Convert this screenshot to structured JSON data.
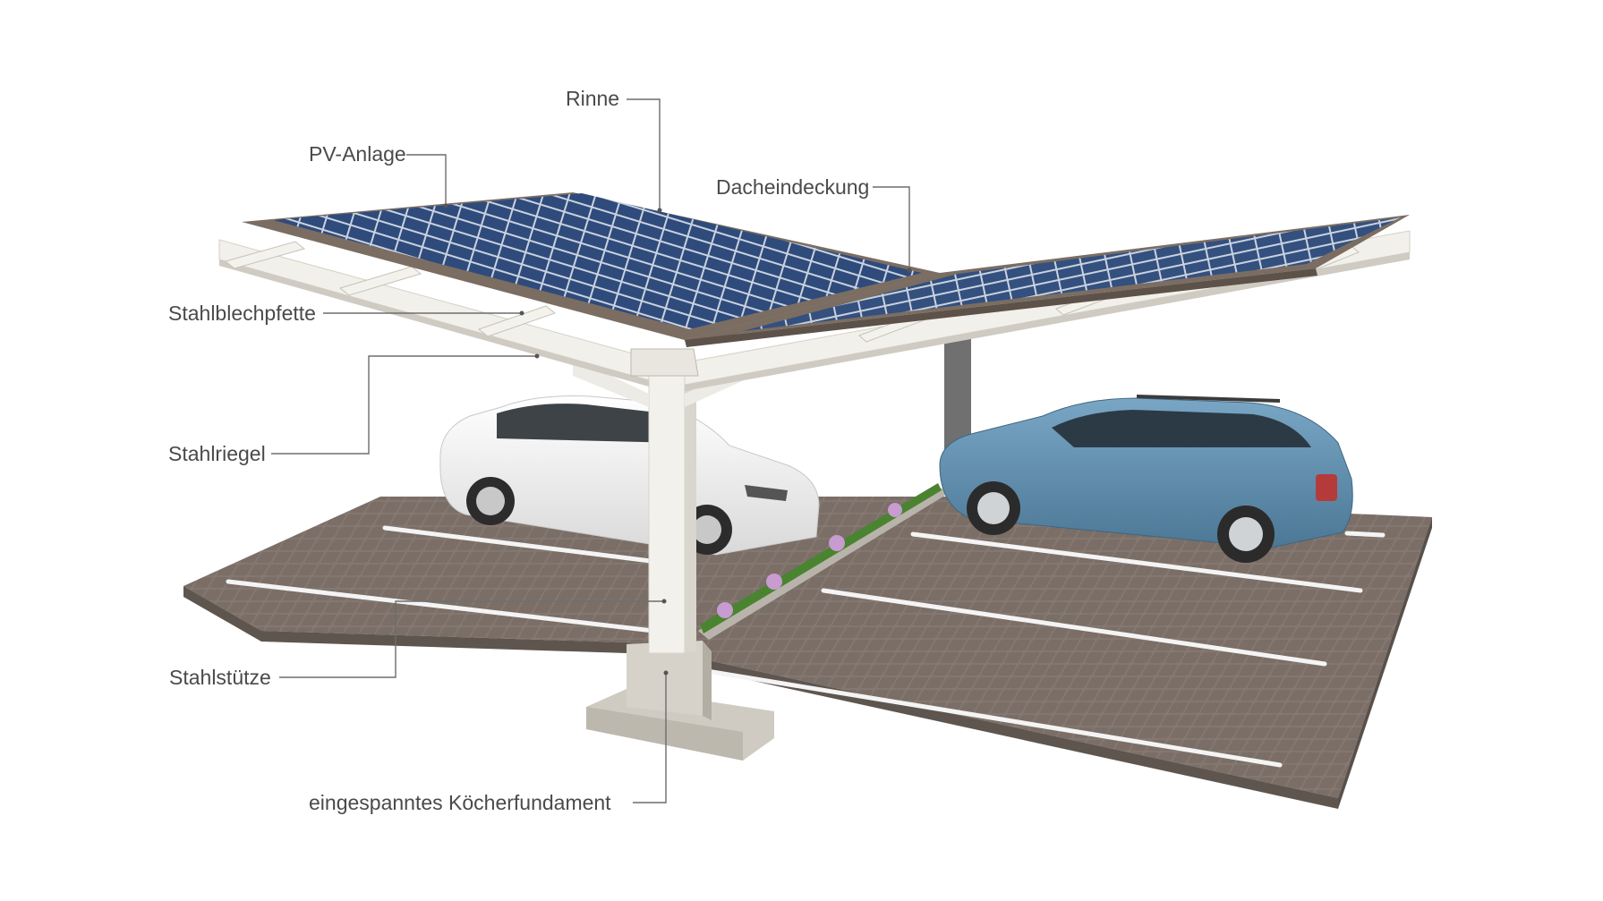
{
  "labels": {
    "rinne": "Rinne",
    "pv_anlage": "PV-Anlage",
    "dacheindeckung": "Dacheindeckung",
    "stahlblechpfette": "Stahlblechpfette",
    "stahlriegel": "Stahlriegel",
    "stahlstuetze": "Stahlstütze",
    "koecherfundament": "eingespanntes Köcherfundament"
  },
  "colors": {
    "label_text": "#4a4a4a",
    "leader_line": "#6d6d6d",
    "steel": "#f1efe9",
    "panel": "#2e4a78",
    "paving": "#7d716a",
    "concrete": "#cfcbc2",
    "car_white": "#f2f2f2",
    "car_blue": "#5f8fb3",
    "grass": "#4d8a34"
  }
}
